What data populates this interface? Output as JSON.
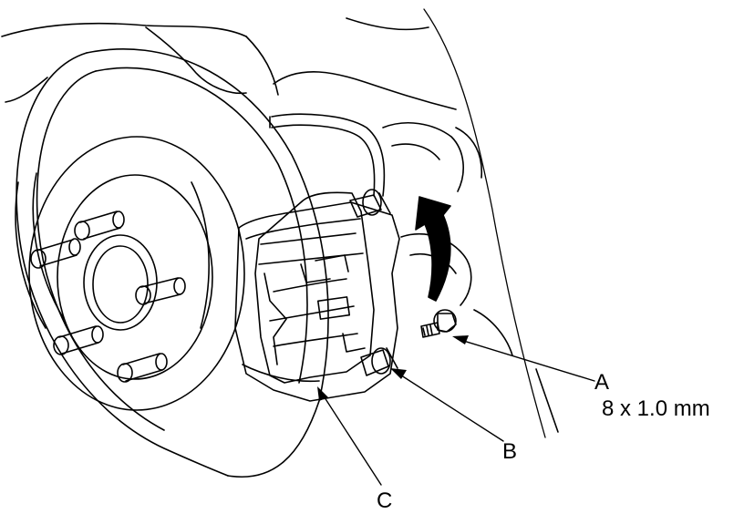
{
  "callouts": {
    "a": {
      "letter": "A",
      "spec": "8 x 1.0 mm"
    },
    "b": {
      "letter": "B"
    },
    "c": {
      "letter": "C"
    }
  },
  "colors": {
    "ink": "#000000",
    "paper": "#ffffff"
  }
}
